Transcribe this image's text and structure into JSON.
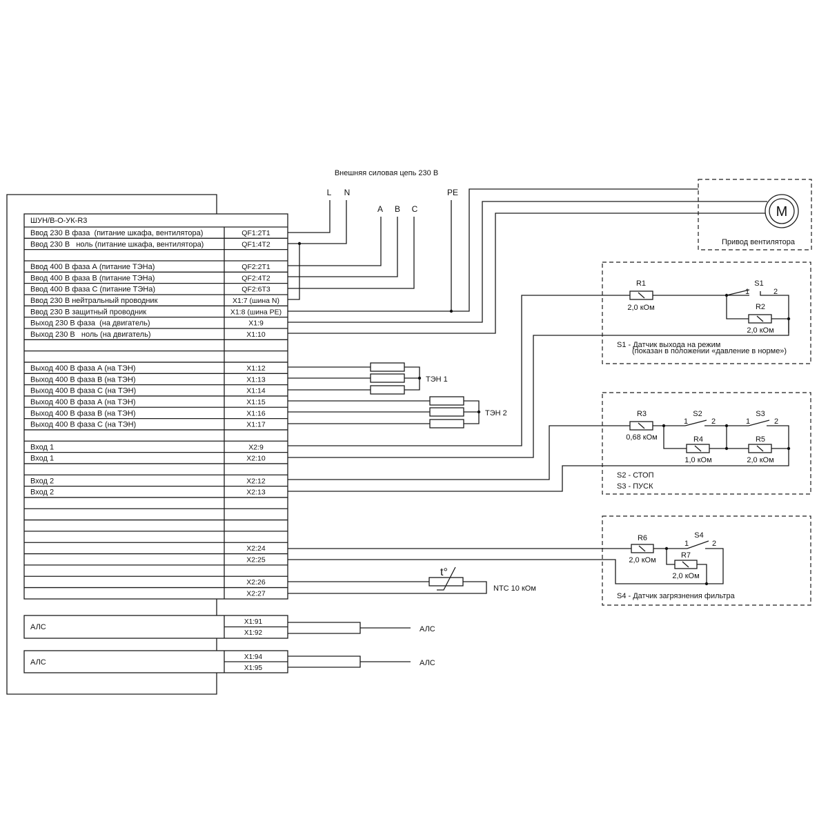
{
  "title": "Внешняя силовая цепь 230 В",
  "supply_labels": {
    "L": "L",
    "N": "N",
    "A": "A",
    "B": "B",
    "C": "C",
    "PE": "PE"
  },
  "cabinet": {
    "name": "ШУН/В-О-УК-R3",
    "rows": [
      {
        "desc": "Ввод 230 В фаза  (питание шкафа, вентилятора)",
        "terminal": "QF1:2T1"
      },
      {
        "desc": "Ввод 230 В   ноль (питание шкафа, вентилятора)",
        "terminal": "QF1:4T2"
      },
      {
        "desc": "",
        "terminal": ""
      },
      {
        "desc": "Ввод 400 В фаза А (питание ТЭНа)",
        "terminal": "QF2:2T1"
      },
      {
        "desc": "Ввод 400 В фаза В (питание ТЭНа)",
        "terminal": "QF2:4T2"
      },
      {
        "desc": "Ввод 400 В фаза С (питание ТЭНа)",
        "terminal": "QF2:6T3"
      },
      {
        "desc": "Ввод 230 В нейтральный проводник",
        "terminal": "X1:7 (шина N)"
      },
      {
        "desc": "Ввод 230 В защитный проводник",
        "terminal": "X1:8 (шина PE)"
      },
      {
        "desc": "Выход 230 В фаза  (на двигатель)",
        "terminal": "X1:9"
      },
      {
        "desc": "Выход 230 В   ноль (на двигатель)",
        "terminal": "X1:10"
      },
      {
        "desc": "",
        "terminal": ""
      },
      {
        "desc": "",
        "terminal": ""
      },
      {
        "desc": "Выход 400 В фаза А (на ТЭН)",
        "terminal": "X1:12"
      },
      {
        "desc": "Выход 400 В фаза В (на ТЭН)",
        "terminal": "X1:13"
      },
      {
        "desc": "Выход 400 В фаза С (на ТЭН)",
        "terminal": "X1:14"
      },
      {
        "desc": "Выход 400 В фаза А (на ТЭН)",
        "terminal": "X1:15"
      },
      {
        "desc": "Выход 400 В фаза В (на ТЭН)",
        "terminal": "X1:16"
      },
      {
        "desc": "Выход 400 В фаза С (на ТЭН)",
        "terminal": "X1:17"
      },
      {
        "desc": "",
        "terminal": ""
      },
      {
        "desc": "Вход 1",
        "terminal": "X2:9"
      },
      {
        "desc": "Вход 1",
        "terminal": "X2:10"
      },
      {
        "desc": "",
        "terminal": ""
      },
      {
        "desc": "Вход 2",
        "terminal": "X2:12"
      },
      {
        "desc": "Вход 2",
        "terminal": "X2:13"
      },
      {
        "desc": "",
        "terminal": ""
      },
      {
        "desc": "",
        "terminal": ""
      },
      {
        "desc": "",
        "terminal": ""
      },
      {
        "desc": "",
        "terminal": ""
      },
      {
        "desc": "",
        "terminal": "X2:24"
      },
      {
        "desc": "",
        "terminal": "X2:25"
      },
      {
        "desc": "",
        "terminal": ""
      },
      {
        "desc": "",
        "terminal": "X2:26"
      },
      {
        "desc": "",
        "terminal": "X2:27"
      }
    ]
  },
  "als_blocks": [
    {
      "label": "АЛС",
      "terminals": [
        "X1:91",
        "X1:92"
      ],
      "out_label": "АЛС"
    },
    {
      "label": "АЛС",
      "terminals": [
        "X1:94",
        "X1:95"
      ],
      "out_label": "АЛС"
    }
  ],
  "heaters": [
    {
      "label": "ТЭН 1"
    },
    {
      "label": "ТЭН 2"
    }
  ],
  "thermistor": {
    "symbol": "t°",
    "label": "NTC 10 кОм"
  },
  "fan_drive": {
    "label": "Привод вентилятора",
    "motor_symbol": "M"
  },
  "sensor1": {
    "R1": {
      "name": "R1",
      "value": "2,0 кОм"
    },
    "R2": {
      "name": "R2",
      "value": "2,0 кОм"
    },
    "switch": {
      "name": "S1",
      "pin1": "1",
      "pin2": "2"
    },
    "caption1": "S1 - Датчик выхода на режим",
    "caption2": "(показан в положении «давление в норме»)"
  },
  "sensor2": {
    "R3": {
      "name": "R3",
      "value": "0,68 кОм"
    },
    "R4": {
      "name": "R4",
      "value": "1,0 кОм"
    },
    "R5": {
      "name": "R5",
      "value": "2,0 кОм"
    },
    "S2": {
      "name": "S2",
      "pin1": "1",
      "pin2": "2"
    },
    "S3": {
      "name": "S3",
      "pin1": "1",
      "pin2": "2"
    },
    "caption1": "S2 - СТОП",
    "caption2": "S3 - ПУСК"
  },
  "sensor3": {
    "R6": {
      "name": "R6",
      "value": "2,0 кОм"
    },
    "R7": {
      "name": "R7",
      "value": "2,0 кОм"
    },
    "S4": {
      "name": "S4",
      "pin1": "1",
      "pin2": "2"
    },
    "caption": "S4 - Датчик загрязнения фильтра"
  }
}
